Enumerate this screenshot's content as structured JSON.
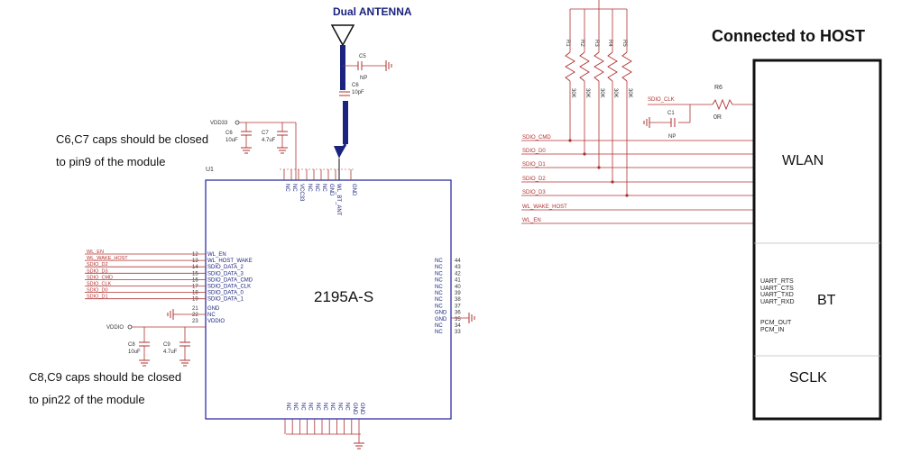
{
  "title_antenna": "Dual ANTENNA",
  "title_host": "Connected to HOST",
  "module": {
    "ref": "U1",
    "name": "2195A-S",
    "top_pins": [
      "NC",
      "NC",
      "VCC33",
      "NC",
      "NC",
      "NC",
      "GND",
      "WL_BT_ANT",
      "GND"
    ],
    "left_pins": [
      {
        "num": "12",
        "name": "WL_EN",
        "net": "WL_EN"
      },
      {
        "num": "13",
        "name": "WL_HOST_WAKE",
        "net": "WL_WAKE_HOST"
      },
      {
        "num": "14",
        "name": "SDIO_DATA_2",
        "net": "SDIO_D2"
      },
      {
        "num": "15",
        "name": "SDIO_DATA_3",
        "net": "SDIO_D3"
      },
      {
        "num": "16",
        "name": "SDIO_DATA_CMD",
        "net": "SDIO_CMD"
      },
      {
        "num": "17",
        "name": "SDIO_DATA_CLK",
        "net": "SDIO_CLK"
      },
      {
        "num": "18",
        "name": "SDIO_DATA_0",
        "net": "SDIO_D0"
      },
      {
        "num": "19",
        "name": "SDIO_DATA_1",
        "net": "SDIO_D1"
      },
      {
        "num": "21",
        "name": "GND",
        "net": ""
      },
      {
        "num": "22",
        "name": "NC",
        "net": ""
      },
      {
        "num": "23",
        "name": "VDDIO",
        "net": "VDDIO"
      }
    ],
    "right_pins": [
      {
        "num": "44",
        "name": "NC"
      },
      {
        "num": "43",
        "name": "NC"
      },
      {
        "num": "42",
        "name": "NC"
      },
      {
        "num": "41",
        "name": "NC"
      },
      {
        "num": "40",
        "name": "NC"
      },
      {
        "num": "39",
        "name": "NC"
      },
      {
        "num": "38",
        "name": "NC"
      },
      {
        "num": "37",
        "name": "NC"
      },
      {
        "num": "36",
        "name": "GND"
      },
      {
        "num": "35",
        "name": "GND"
      },
      {
        "num": "34",
        "name": "NC"
      },
      {
        "num": "33",
        "name": "NC"
      }
    ],
    "bottom_pins": [
      "NC",
      "NC",
      "NC",
      "NC",
      "NC",
      "NC",
      "NC",
      "NC",
      "NC",
      "GND",
      "GND"
    ]
  },
  "notes": {
    "c67": [
      "C6,C7 caps should be closed",
      "to pin9 of the module"
    ],
    "c89": [
      "C8,C9 caps should be closed",
      "to pin22 of the module"
    ]
  },
  "components": {
    "c5": {
      "ref": "C5",
      "value": "NP"
    },
    "c6ant": {
      "ref": "C6",
      "value": "10pF"
    },
    "c6": {
      "ref": "C6",
      "value": "10uF"
    },
    "c7": {
      "ref": "C7",
      "value": "4.7uF"
    },
    "c8": {
      "ref": "C8",
      "value": "10uF"
    },
    "c9": {
      "ref": "C9",
      "value": "4.7uF"
    },
    "c1": {
      "ref": "C1",
      "value": "NP"
    },
    "r6": {
      "ref": "R6",
      "value": "0R"
    },
    "pullups": [
      {
        "ref": "R1",
        "value": "30K"
      },
      {
        "ref": "R2",
        "value": "30K"
      },
      {
        "ref": "R3",
        "value": "30K"
      },
      {
        "ref": "R4",
        "value": "30K"
      },
      {
        "ref": "R5",
        "value": "30K"
      }
    ]
  },
  "power_labels": {
    "vcc33": "VDD33",
    "vddio": "VDDIO"
  },
  "host_nets": [
    "SDIO_CMD",
    "SDIO_D0",
    "SDIO_D1",
    "SDIO_D2",
    "SDIO_D3",
    "WL_WAKE_HOST",
    "WL_EN"
  ],
  "host_clk": "SDIO_CLK",
  "host_box": {
    "wlan": "WLAN",
    "bt": "BT",
    "bt_pins": [
      "UART_RTS",
      "UART_CTS",
      "UART_TXD",
      "UART_RXD",
      "PCM_OUT",
      "PCM_IN"
    ],
    "sclk": "SCLK"
  },
  "colors": {
    "net": "#b03030",
    "net_label": "#b03030",
    "bus": "#1a237e",
    "box": "#1f1f9a",
    "text": "#111111"
  }
}
